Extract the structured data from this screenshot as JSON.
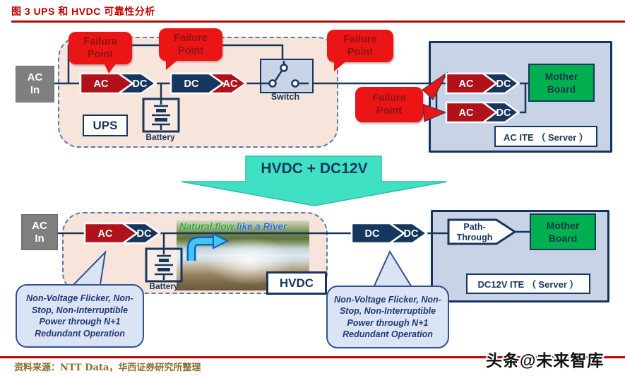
{
  "title": "图 3  UPS 和 HVDC 可靠性分析",
  "labels": {
    "ac_in_line1": "AC",
    "ac_in_line2": "In",
    "failure_line1": "Failure",
    "failure_line2": "Point",
    "ups": "UPS",
    "battery": "Battery",
    "switch": "Switch",
    "mother_line1": "Mother",
    "mother_line2": "Board",
    "ac_ite_server": "AC ITE （ Server ）",
    "dc12v_ite_server": "DC12V ITE （ Server ）",
    "hvdc_arrow": "HVDC + DC12V",
    "hvdc": "HVDC",
    "path_line1": "Path-",
    "path_line2": "Through",
    "river_caption_green": "Natural flow ",
    "river_caption_blue": "like a River",
    "bubble": "Non-Voltage Flicker, Non-Stop, Non-Interruptible Power through N+1 Redundant Operation"
  },
  "converters": {
    "top1": [
      "AC",
      "DC"
    ],
    "top2": [
      "DC",
      "AC"
    ],
    "server_pair1": [
      "AC",
      "DC"
    ],
    "server_pair2": [
      "AC",
      "DC"
    ],
    "bottom": [
      "AC",
      "DC"
    ],
    "bottom_dc": [
      "DC",
      "DC"
    ]
  },
  "footer": {
    "source": "资料来源：NTT Data，华西证券研究所整理",
    "watermark": "头条@未来智库"
  },
  "colors": {
    "converter_red": "#b11219",
    "navy": "#17365d",
    "failure_red": "#ec1515",
    "motherboard_green": "#00b050",
    "arrow_teal": "#3fe0c3",
    "title_red": "#c00000"
  }
}
